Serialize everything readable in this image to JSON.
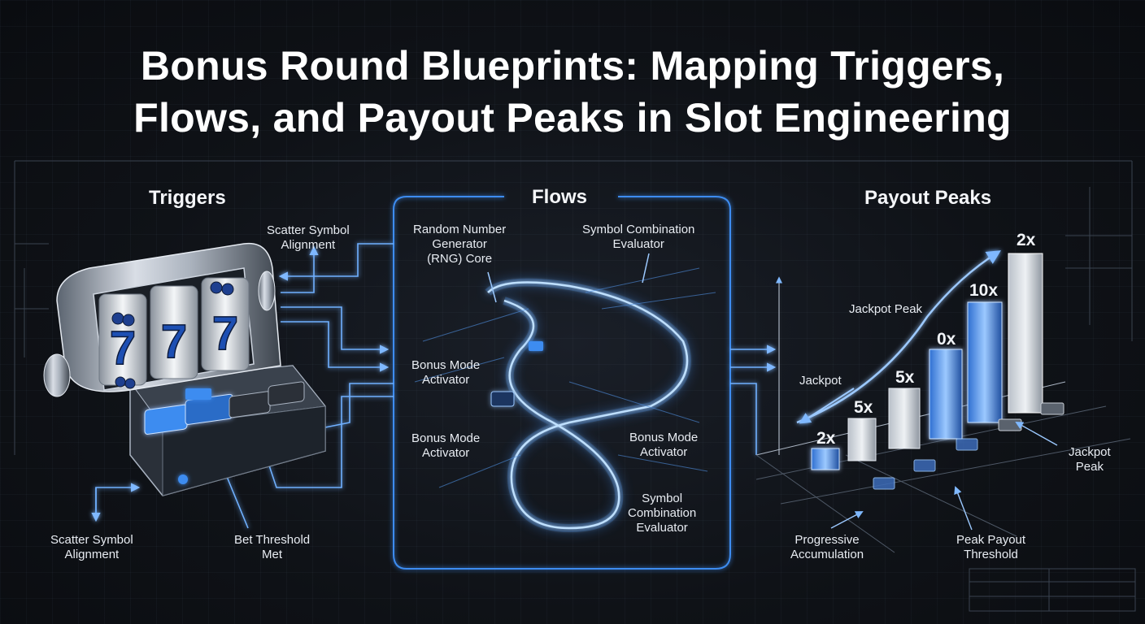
{
  "title": {
    "line1": "Bonus Round Blueprints: Mapping Triggers,",
    "line2": "Flows, and Payout Peaks in Slot Engineering"
  },
  "colors": {
    "accent": "#3e8cf0",
    "glow": "#8fc6ff",
    "background": "#0f1217"
  },
  "triggers": {
    "heading": "Triggers",
    "labels": {
      "scatter_top": "Scatter Symbol\nAlignment",
      "scatter_bottom": "Scatter Symbol\nAlignment",
      "bet_threshold": "Bet Threshold\nMet"
    },
    "reel_symbols": [
      "7",
      "7",
      "7"
    ]
  },
  "flows": {
    "heading": "Flows",
    "labels": {
      "rng_core": "Random Number\nGenerator\n(RNG) Core",
      "symbol_eval_top": "Symbol Combination\nEvaluator",
      "bonus_mode_1": "Bonus Mode\nActivator",
      "bonus_mode_2": "Bonus Mode\nActivator",
      "bonus_mode_3": "Bonus Mode\nActivator",
      "symbol_eval_bottom": "Symbol\nCombination\nEvaluator"
    }
  },
  "payout": {
    "heading": "Payout Peaks",
    "labels": {
      "jackpot_peak_top": "Jackpot Peak",
      "jackpot": "Jackpot",
      "jackpot_peak_right": "Jackpot\nPeak",
      "progressive": "Progressive\nAccumulation",
      "peak_threshold": "Peak Payout\nThreshold"
    },
    "multipliers": [
      "2x",
      "5x",
      "5x",
      "0x",
      "10x",
      "2x"
    ]
  }
}
